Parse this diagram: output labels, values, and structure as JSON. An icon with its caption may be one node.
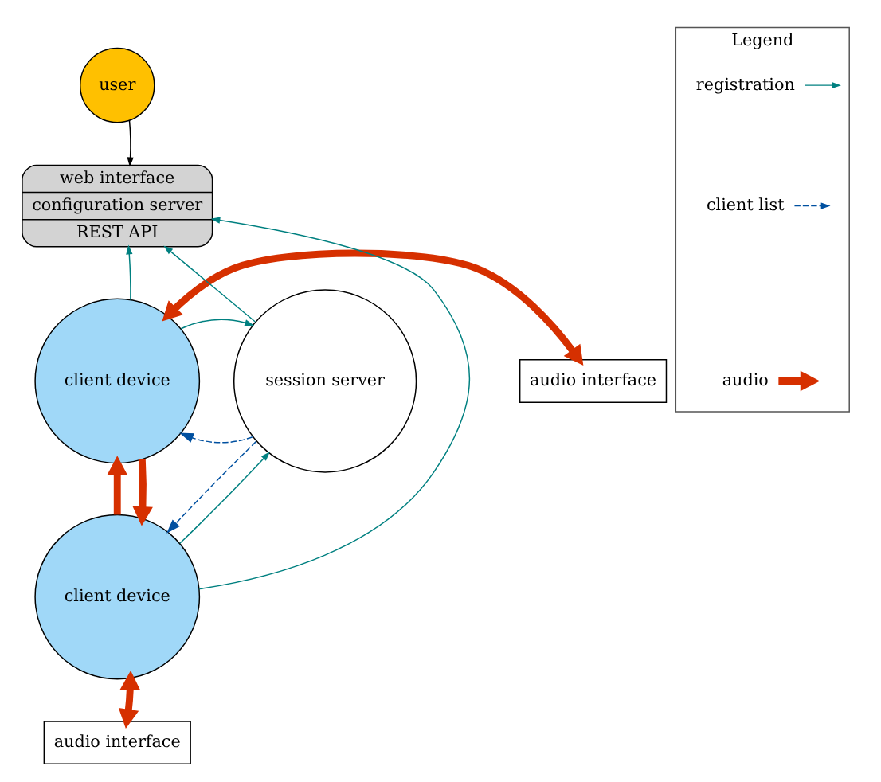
{
  "diagram": {
    "nodes": [
      {
        "text": [
          "user"
        ]
      },
      {
        "text": [
          "web interface",
          "configuration server",
          "REST API"
        ]
      },
      {
        "text": [
          "client device"
        ]
      },
      {
        "text": [
          "audio interface"
        ]
      },
      {
        "text": [
          "session server"
        ]
      },
      {
        "text": [
          "client device"
        ]
      },
      {
        "text": [
          "audio interface"
        ]
      },
      {
        "text": [
          "Legend"
        ]
      }
    ],
    "edges": [
      {
        "from": 0,
        "to": 1,
        "arrow": "to",
        "color": "#000000"
      },
      {
        "from": 2,
        "to": 1,
        "arrow": "to"
      },
      {
        "from": 4,
        "to": 1,
        "arrow": "to"
      },
      {
        "from": 5,
        "to": 1,
        "arrow": "to"
      },
      {
        "from": 4,
        "to": 2,
        "arrow": "to",
        "style": "dashed",
        "color": "#0050a0"
      },
      {
        "from": 2,
        "to": 4,
        "arrow": "to"
      },
      {
        "from": 4,
        "to": 5,
        "arrow": "to",
        "style": "dashed",
        "color": "#0050a0"
      },
      {
        "from": 5,
        "to": 4,
        "arrow": "to"
      },
      {
        "from": 2,
        "to": 3,
        "arrow": "both",
        "style": "thick",
        "color": "#d63000"
      },
      {
        "from": 5,
        "to": 2,
        "arrow": "to",
        "style": "thick",
        "color": "#d63000"
      },
      {
        "from": 2,
        "to": 5,
        "arrow": "to",
        "style": "thick",
        "color": "#d63000"
      },
      {
        "from": 5,
        "to": 6,
        "arrow": "both",
        "style": "thick",
        "color": "#d63000"
      }
    ],
    "legend": [
      {
        "text": "registration"
      },
      {
        "text": "client list"
      },
      {
        "text": "audio"
      }
    ]
  }
}
